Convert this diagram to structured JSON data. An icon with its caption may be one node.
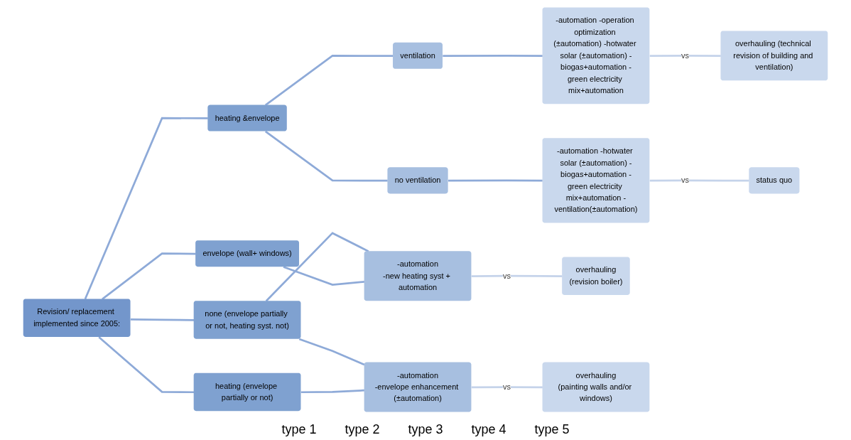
{
  "diagram": {
    "nodes": [
      {
        "text": [
          "Revision/ replacement implemented since 2005:"
        ]
      },
      {
        "text": [
          "none (envelope partially or not, heating syst. not)"
        ]
      },
      {
        "text": [
          "envelope (wall+ windows)"
        ]
      },
      {
        "text": [
          "heating (envelope partially or not)"
        ]
      },
      {
        "text": [
          "heating &envelope"
        ]
      },
      {
        "text": [
          "ventilation"
        ]
      },
      {
        "text": [
          "no ventilation"
        ]
      },
      {
        "text": [
          "-automation",
          "-new heating syst + automation"
        ]
      },
      {
        "text": [
          "-automation",
          "-envelope enhancement (±automation)"
        ]
      },
      {
        "text": [
          "-automation -operation optimization (±automation) -hotwater solar (±automation) -biogas+automation -green electricity mix+automation"
        ]
      },
      {
        "text": [
          "-automation -hotwater solar (±automation) -biogas+automation -green electricity mix+automation -ventilation(±automation)"
        ]
      },
      {
        "text": [
          "overhauling",
          "(revision boiler)"
        ]
      },
      {
        "text": [
          "overhauling",
          "(painting walls and/or windows)"
        ]
      },
      {
        "text": [
          "overhauling (technical revision of building and ventilation)"
        ]
      },
      {
        "text": [
          "status quo"
        ]
      }
    ],
    "edges": [
      {
        "from": 0,
        "to": 1,
        "arrow": "none"
      },
      {
        "from": 0,
        "to": 2,
        "arrow": "none"
      },
      {
        "from": 0,
        "to": 3,
        "arrow": "none"
      },
      {
        "from": 0,
        "to": 4,
        "arrow": "none"
      },
      {
        "from": 1,
        "to": 7,
        "arrow": "none"
      },
      {
        "from": 1,
        "to": 8,
        "arrow": "none"
      },
      {
        "from": 2,
        "to": 7,
        "arrow": "none"
      },
      {
        "from": 3,
        "to": 8,
        "arrow": "none"
      },
      {
        "from": 4,
        "to": 5,
        "arrow": "none"
      },
      {
        "from": 4,
        "to": 6,
        "arrow": "none"
      },
      {
        "from": 5,
        "to": 9,
        "arrow": "none"
      },
      {
        "from": 6,
        "to": 10,
        "arrow": "none"
      },
      {
        "from": 7,
        "to": 11,
        "arrow": "none",
        "label": "vs",
        "color": "#c5d3ea"
      },
      {
        "from": 8,
        "to": 12,
        "arrow": "none",
        "label": "vs",
        "color": "#c5d3ea"
      },
      {
        "from": 9,
        "to": 13,
        "arrow": "none",
        "label": "vs",
        "color": "#c5d3ea"
      },
      {
        "from": 10,
        "to": 14,
        "arrow": "none",
        "label": "vs",
        "color": "#c5d3ea"
      }
    ],
    "labels": [
      "type 1",
      "type 2",
      "type 3",
      "type 4",
      "type 5"
    ]
  }
}
